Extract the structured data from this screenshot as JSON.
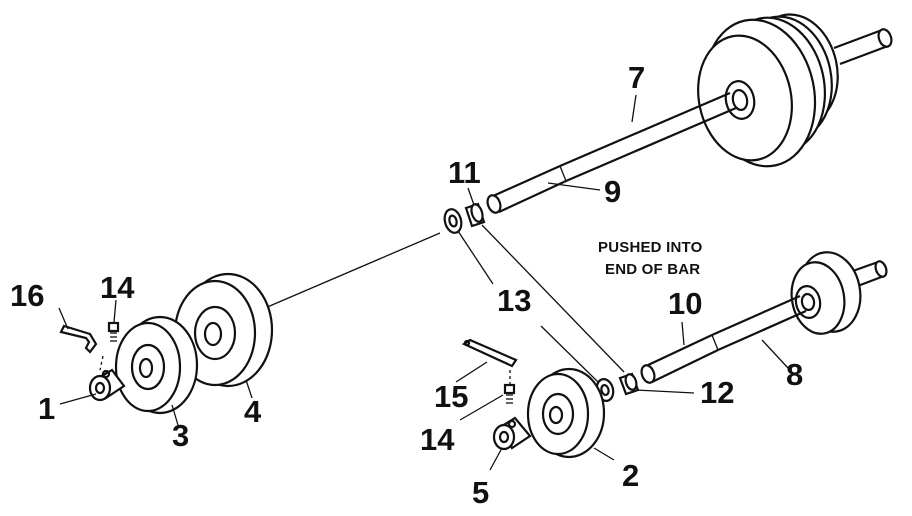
{
  "note": {
    "line1": "PUSHED INTO",
    "line2": "END OF BAR"
  },
  "labels": {
    "p1": "1",
    "p2": "2",
    "p3": "3",
    "p4": "4",
    "p5": "5",
    "p7": "7",
    "p8": "8",
    "p9": "9",
    "p10": "10",
    "p11": "11",
    "p12": "12",
    "p13": "13",
    "p14a": "14",
    "p14b": "14",
    "p15": "15",
    "p16": "16"
  }
}
